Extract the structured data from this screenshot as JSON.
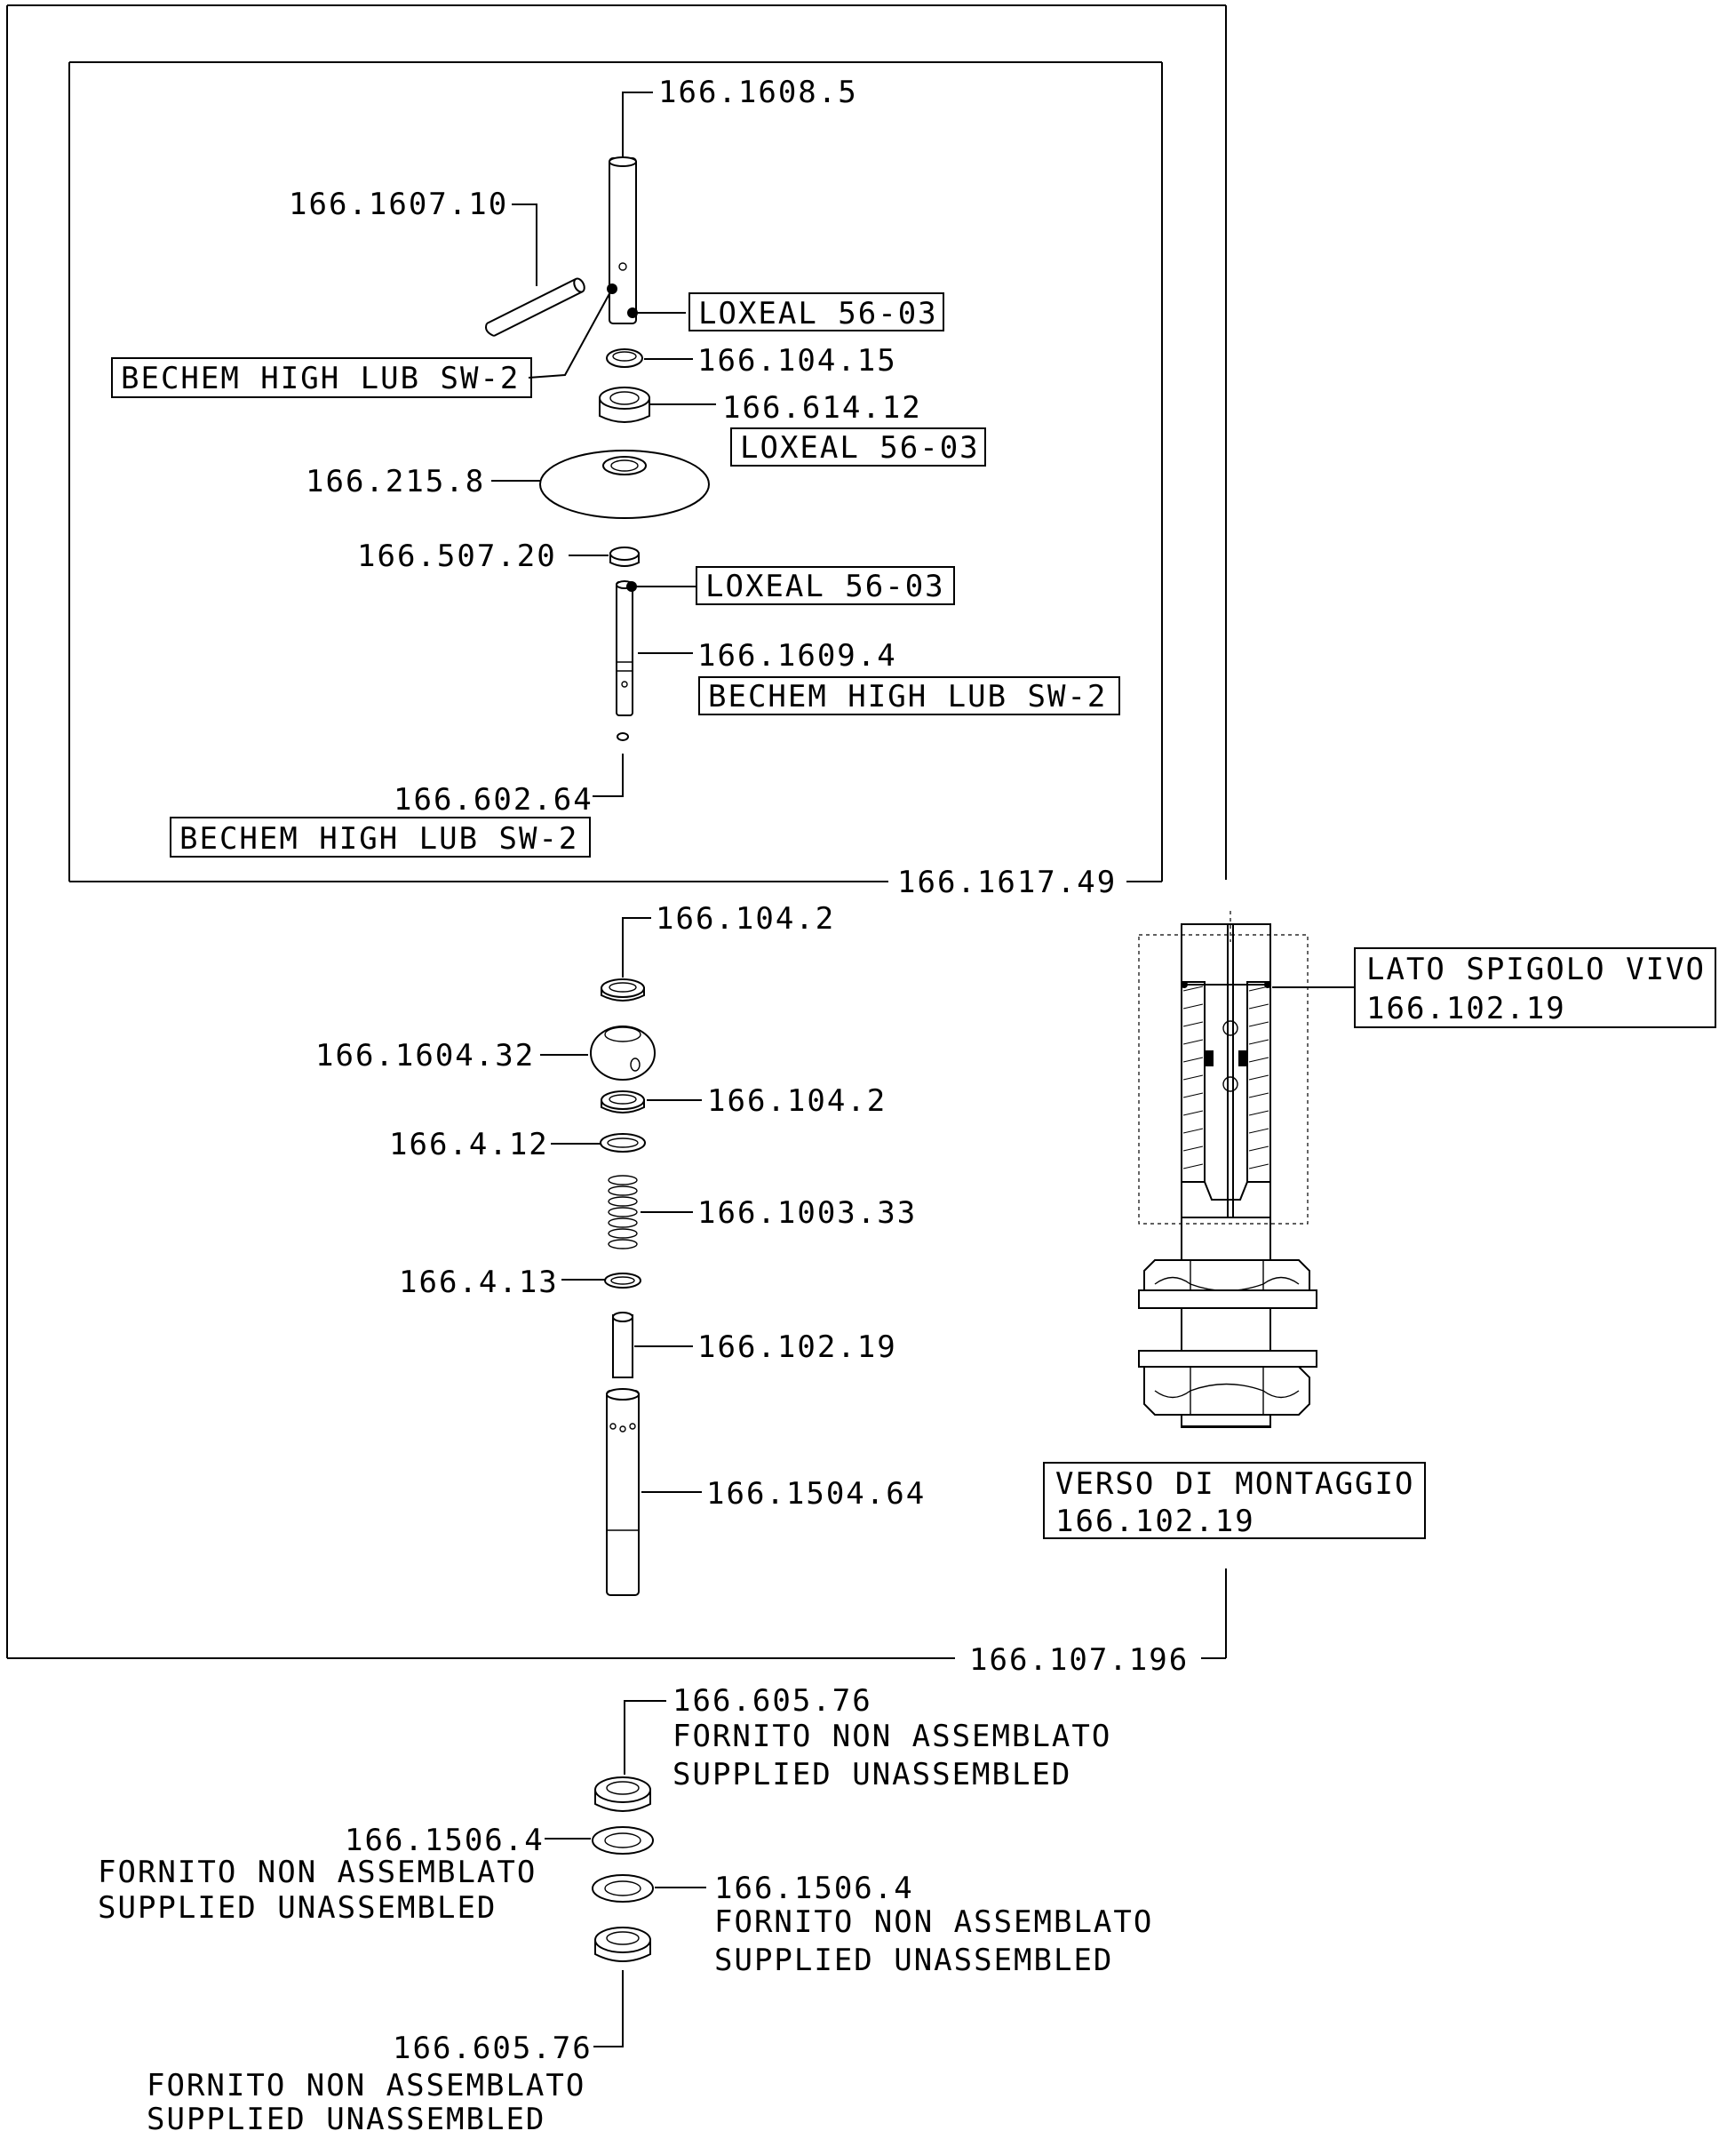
{
  "labels": {
    "p_1608_5": "166.1608.5",
    "p_1607_10": "166.1607.10",
    "loxeal_1": "LOXEAL 56-03",
    "bechem_1": "BECHEM HIGH LUB SW-2",
    "p_104_15": "166.104.15",
    "p_614_12": "166.614.12",
    "loxeal_2": "LOXEAL 56-03",
    "p_215_8": "166.215.8",
    "p_507_20": "166.507.20",
    "loxeal_3": "LOXEAL 56-03",
    "p_1609_4": "166.1609.4",
    "bechem_2": "BECHEM HIGH LUB SW-2",
    "p_602_64": "166.602.64",
    "bechem_3": "BECHEM HIGH LUB SW-2",
    "p_1617_49": "166.1617.49",
    "p_104_2_top": "166.104.2",
    "p_1604_32": "166.1604.32",
    "p_104_2_bot": "166.104.2",
    "p_4_12": "166.4.12",
    "p_1003_33": "166.1003.33",
    "p_4_13": "166.4.13",
    "p_102_19": "166.102.19",
    "p_1504_64": "166.1504.64",
    "lato_line1": "LATO SPIGOLO VIVO",
    "lato_line2": "166.102.19",
    "verso_line1": "VERSO DI MONTAGGIO",
    "verso_line2": "166.102.19",
    "p_107_196": "166.107.196",
    "nut_top_code": "166.605.76",
    "nut_top_l1": "FORNITO NON ASSEMBLATO",
    "nut_top_l2": "SUPPLIED UNASSEMBLED",
    "washer_left_code": "166.1506.4",
    "washer_left_l1": "FORNITO NON ASSEMBLATO",
    "washer_left_l2": "SUPPLIED UNASSEMBLED",
    "washer_right_code": "166.1506.4",
    "washer_right_l1": "FORNITO NON ASSEMBLATO",
    "washer_right_l2": "SUPPLIED UNASSEMBLED",
    "nut_bot_code": "166.605.76",
    "nut_bot_l1": "FORNITO NON ASSEMBLATO",
    "nut_bot_l2": "SUPPLIED UNASSEMBLED"
  }
}
